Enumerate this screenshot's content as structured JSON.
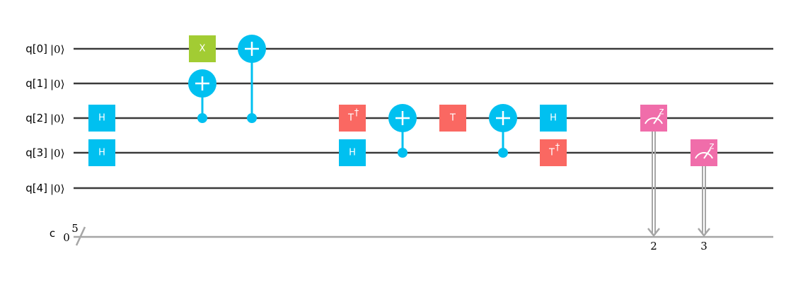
{
  "circuit": {
    "colors": {
      "wire": "#3a3a3a",
      "classical_wire": "#a6a6a6",
      "h_gate": "#00c0f0",
      "x_gate": "#a2cc33",
      "t_gate": "#fa6862",
      "cnot": "#00c0f0",
      "measure": "#f06daa",
      "gate_text": "#ffffff"
    },
    "qubits": [
      {
        "label": "q[0]",
        "ket": "|0⟩"
      },
      {
        "label": "q[1]",
        "ket": "|0⟩"
      },
      {
        "label": "q[2]",
        "ket": "|0⟩"
      },
      {
        "label": "q[3]",
        "ket": "|0⟩"
      },
      {
        "label": "q[4]",
        "ket": "|0⟩"
      }
    ],
    "classical": {
      "label": "c",
      "init": "0",
      "size": "5"
    },
    "gates": [
      {
        "type": "H",
        "label": "H",
        "qubit": 2,
        "col": 0
      },
      {
        "type": "H",
        "label": "H",
        "qubit": 3,
        "col": 0
      },
      {
        "type": "X",
        "label": "X",
        "qubit": 0,
        "col": 2
      },
      {
        "type": "CNOT",
        "control": 2,
        "target": 1,
        "col": 2
      },
      {
        "type": "CNOT",
        "control": 2,
        "target": 0,
        "col": 3
      },
      {
        "type": "TDG",
        "label": "T",
        "sup": "†",
        "qubit": 2,
        "col": 5
      },
      {
        "type": "H",
        "label": "H",
        "qubit": 3,
        "col": 5
      },
      {
        "type": "CNOT",
        "control": 3,
        "target": 2,
        "col": 6
      },
      {
        "type": "T",
        "label": "T",
        "qubit": 2,
        "col": 7
      },
      {
        "type": "CNOT",
        "control": 3,
        "target": 2,
        "col": 8
      },
      {
        "type": "H",
        "label": "H",
        "qubit": 2,
        "col": 9
      },
      {
        "type": "TDG",
        "label": "T",
        "sup": "†",
        "qubit": 3,
        "col": 9
      },
      {
        "type": "MEASURE",
        "qubit": 2,
        "cbit": "2",
        "col": 11
      },
      {
        "type": "MEASURE",
        "qubit": 3,
        "cbit": "3",
        "col": 12
      }
    ]
  }
}
